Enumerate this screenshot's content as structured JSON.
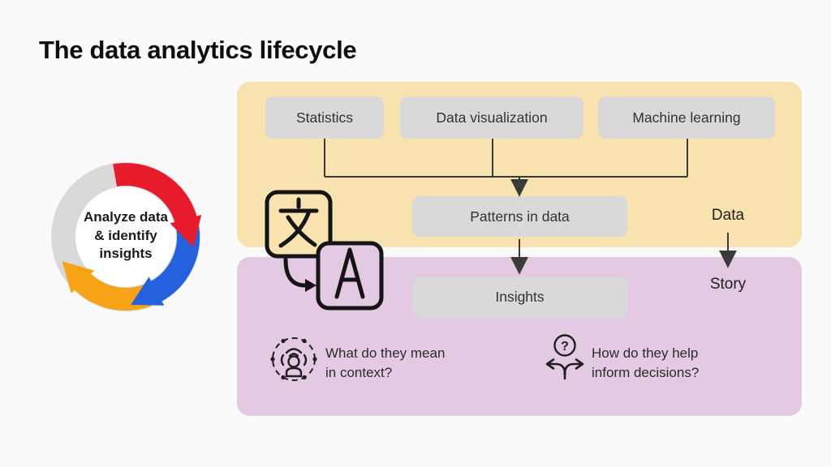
{
  "title": "The data analytics lifecycle",
  "cycle": {
    "label": "Analyze data & identify insights",
    "label_lines": [
      "Analyze data",
      "& identify",
      "insights"
    ],
    "colors": {
      "ring": "#d9d9d9",
      "arrow_top": "#e81b2c",
      "arrow_right": "#2361de",
      "arrow_bottom": "#f6a315"
    }
  },
  "flow": {
    "tools": [
      {
        "label": "Statistics"
      },
      {
        "label": "Data visualization"
      },
      {
        "label": "Machine learning"
      }
    ],
    "patterns": "Patterns in data",
    "insights": "Insights",
    "data": "Data",
    "story": "Story",
    "colors": {
      "panel_top": "#f8e2af",
      "panel_bottom": "#e4c9e2",
      "box": "#d9d9d9",
      "line": "#3a3a3a"
    }
  },
  "translate": {
    "icon": "translate-icon",
    "source_glyph": "文",
    "target_glyph": "A"
  },
  "questions": [
    {
      "icon": "person-context-icon",
      "line1": "What do they mean",
      "line2": "in context?"
    },
    {
      "icon": "decision-branches-icon",
      "icon_glyph": "?",
      "line1": "How do they help",
      "line2": "inform decisions?"
    }
  ]
}
